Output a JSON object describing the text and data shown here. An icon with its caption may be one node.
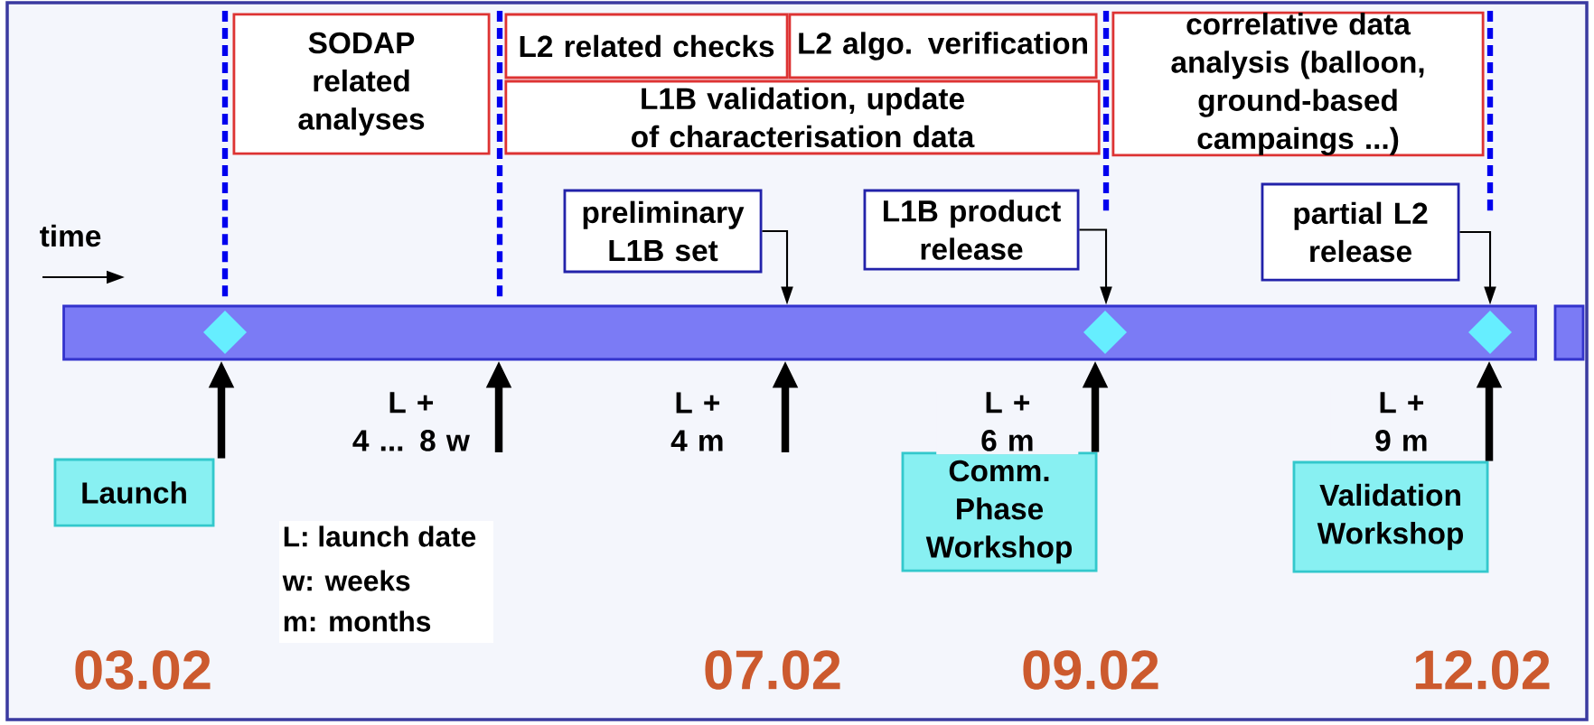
{
  "diagram": {
    "nodes": [
      {
        "text": [
          "SODAP related analyses"
        ]
      },
      {
        "text": [
          "L2 related checks"
        ]
      },
      {
        "text": [
          "L2 algo. verification"
        ]
      },
      {
        "text": [
          "L1B validation, update of characterisation data"
        ]
      },
      {
        "text": [
          "correlative data analysis (balloon, ground-based campaings ...)"
        ]
      },
      {
        "text": [
          "preliminary L1B set"
        ]
      },
      {
        "text": [
          "L1B product release"
        ]
      },
      {
        "text": [
          "partial L2 release"
        ]
      },
      {
        "text": [],
        "shape": "bar"
      },
      {
        "text": [
          "Launch"
        ]
      },
      {
        "text": [
          "Comm. Phase Workshop"
        ]
      },
      {
        "text": [
          "Validation Workshop"
        ]
      }
    ],
    "edges": [
      {
        "from": 5,
        "to": 8,
        "arrow": "to"
      },
      {
        "from": 6,
        "to": 8,
        "arrow": "to"
      },
      {
        "from": 7,
        "to": 8,
        "arrow": "to"
      },
      {
        "from": 9,
        "to": 8,
        "arrow": "to"
      },
      {
        "from": null,
        "to": 8,
        "arrow": "to",
        "label": "L + 4 ... 8 w"
      },
      {
        "from": null,
        "to": 8,
        "arrow": "to",
        "label": "L + 4 m"
      },
      {
        "from": 10,
        "to": 8,
        "arrow": "to",
        "label": "L + 6 m"
      },
      {
        "from": 11,
        "to": 8,
        "arrow": "to",
        "label": "L + 9 m"
      }
    ],
    "labels": [
      "time",
      "L: launch date",
      "w: weeks",
      "m: months",
      "03.02",
      "07.02",
      "09.02",
      "12.02"
    ]
  }
}
